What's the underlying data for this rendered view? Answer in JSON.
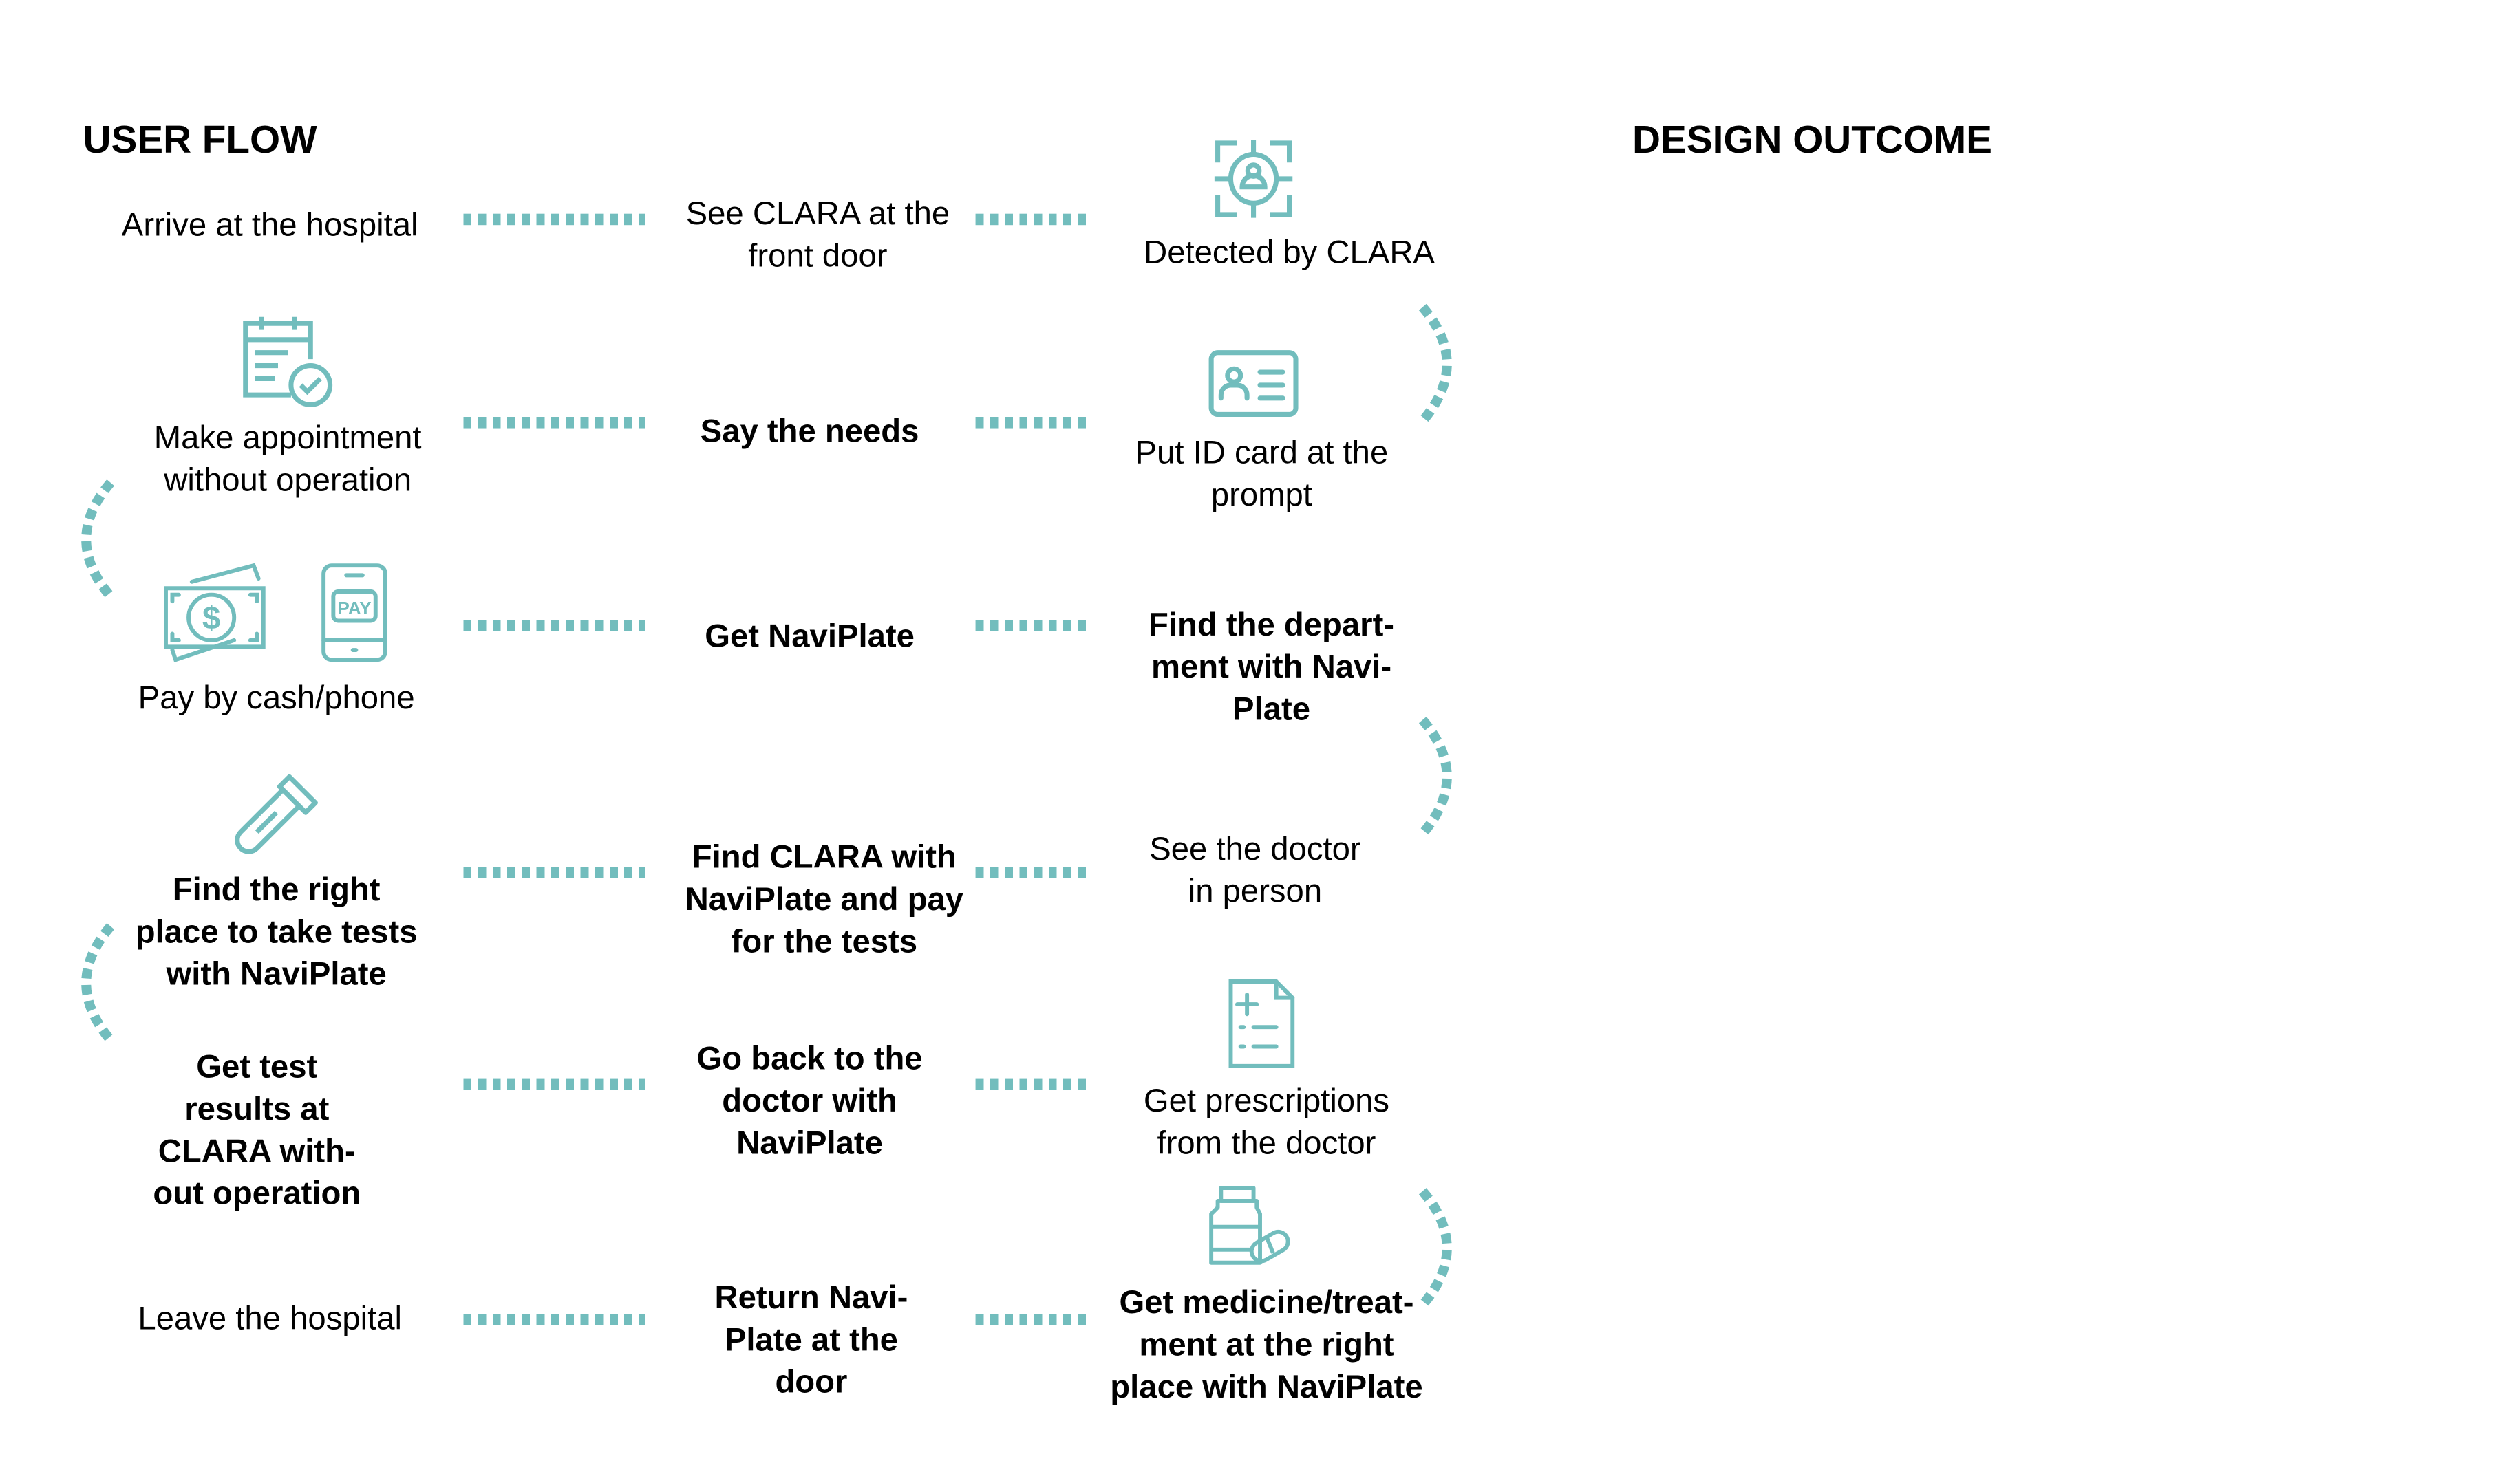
{
  "colors": {
    "accent": "#72bdbd",
    "text": "#000000"
  },
  "headers": {
    "user_flow": "USER FLOW",
    "design_outcome": "DESIGN OUTCOME"
  },
  "steps": {
    "col1": [
      {
        "text": "Arrive at the hospital",
        "bold": false
      },
      {
        "text": "Make appointment\nwithout operation",
        "bold": false
      },
      {
        "text": "Pay by cash/phone",
        "bold": false
      },
      {
        "text": "Find the right\nplace to take tests\nwith NaviPlate",
        "bold": true
      },
      {
        "text": "Get test\nresults at\nCLARA with-\nout operation",
        "bold": true
      },
      {
        "text": "Leave the hospital",
        "bold": false
      }
    ],
    "col2": [
      {
        "text": "See CLARA at the\nfront door",
        "bold": false
      },
      {
        "text": "Say the needs",
        "bold": true
      },
      {
        "text": "Get NaviPlate",
        "bold": true
      },
      {
        "text": "Find CLARA with\nNaviPlate and pay\nfor the tests",
        "bold": true
      },
      {
        "text": "Go back to the\ndoctor with\nNaviPlate",
        "bold": true
      },
      {
        "text": "Return Navi-\nPlate at the\ndoor",
        "bold": true
      }
    ],
    "col3": [
      {
        "text": "Detected by CLARA",
        "bold": false
      },
      {
        "text": "Put ID card at the\nprompt",
        "bold": false
      },
      {
        "text": "Find the depart-\nment with Navi-\nPlate",
        "bold": true
      },
      {
        "text": "See the doctor\nin person",
        "bold": false
      },
      {
        "text": "Get prescriptions\nfrom the doctor",
        "bold": false
      },
      {
        "text": "Get medicine/treat-\nment at the right\nplace with NaviPlate",
        "bold": true
      }
    ]
  },
  "icons": [
    "face-scan-icon",
    "calendar-check-icon",
    "id-card-icon",
    "cash-icon",
    "phone-pay-icon",
    "test-tube-icon",
    "prescription-icon",
    "medicine-icon"
  ],
  "pay_icon_label": "PAY"
}
